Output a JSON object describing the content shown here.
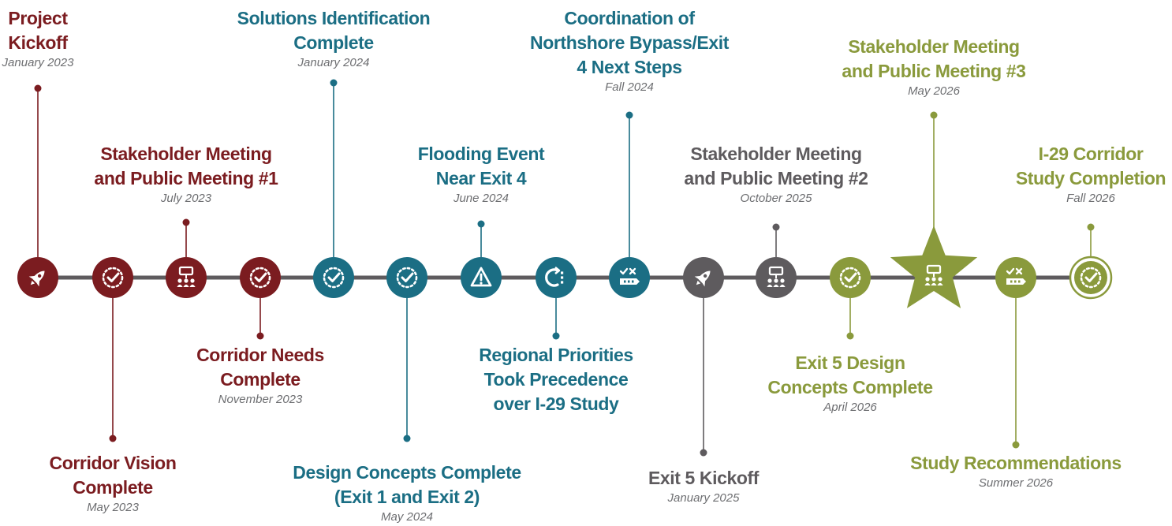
{
  "colors": {
    "red": "#7b1c20",
    "teal": "#1b6e84",
    "gray": "#5e5b5e",
    "green": "#8a9a3c",
    "axis": "#5e5b5e",
    "date": "#6d6e71"
  },
  "milestones": [
    {
      "id": "project-kickoff",
      "title": [
        "Project",
        "Kickoff"
      ],
      "date": "January 2023",
      "phase": "red",
      "icon": "rocket-icon",
      "position": "above"
    },
    {
      "id": "corridor-vision",
      "title": [
        "Corridor Vision",
        "Complete"
      ],
      "date": "May 2023",
      "phase": "red",
      "icon": "check-circle-icon",
      "position": "below"
    },
    {
      "id": "public-meeting-1",
      "title": [
        "Stakeholder Meeting",
        "and Public Meeting #1"
      ],
      "date": "July 2023",
      "phase": "red",
      "icon": "meeting-icon",
      "position": "above"
    },
    {
      "id": "corridor-needs",
      "title": [
        "Corridor Needs",
        "Complete"
      ],
      "date": "November 2023",
      "phase": "red",
      "icon": "check-circle-icon",
      "position": "below"
    },
    {
      "id": "solutions-identification",
      "title": [
        "Solutions Identification",
        "Complete"
      ],
      "date": "January 2024",
      "phase": "teal",
      "icon": "check-circle-icon",
      "position": "above"
    },
    {
      "id": "design-concepts",
      "title": [
        "Design Concepts Complete",
        "(Exit 1 and Exit 2)"
      ],
      "date": "May 2024",
      "phase": "teal",
      "icon": "check-circle-icon",
      "position": "below"
    },
    {
      "id": "flooding-event",
      "title": [
        "Flooding Event",
        "Near Exit 4"
      ],
      "date": "June 2024",
      "phase": "teal",
      "icon": "warning-icon",
      "position": "above"
    },
    {
      "id": "regional-priorities",
      "title": [
        "Regional Priorities",
        "Took Precedence",
        "over I-29 Study"
      ],
      "date": "",
      "phase": "teal",
      "icon": "redirect-icon",
      "position": "below"
    },
    {
      "id": "northshore-bypass",
      "title": [
        "Coordination of",
        "Northshore Bypass/Exit",
        "4 Next Steps"
      ],
      "date": "Fall 2024",
      "phase": "teal",
      "icon": "tasks-icon",
      "position": "above"
    },
    {
      "id": "exit-5-kickoff",
      "title": [
        "Exit 5 Kickoff"
      ],
      "date": "January 2025",
      "phase": "gray",
      "icon": "rocket-icon",
      "position": "below"
    },
    {
      "id": "public-meeting-2",
      "title": [
        "Stakeholder Meeting",
        "and Public Meeting #2"
      ],
      "date": "October 2025",
      "phase": "gray",
      "icon": "meeting-icon",
      "position": "above"
    },
    {
      "id": "exit-5-design",
      "title": [
        "Exit 5 Design",
        "Concepts Complete"
      ],
      "date": "April 2026",
      "phase": "green",
      "icon": "check-circle-icon",
      "position": "below"
    },
    {
      "id": "public-meeting-3",
      "title": [
        "Stakeholder Meeting",
        "and Public Meeting #3"
      ],
      "date": "May 2026",
      "phase": "green",
      "icon": "meeting-icon",
      "position": "above",
      "star": true
    },
    {
      "id": "study-recommendations",
      "title": [
        "Study Recommendations"
      ],
      "date": "Summer 2026",
      "phase": "green",
      "icon": "tasks-icon",
      "position": "below"
    },
    {
      "id": "study-completion",
      "title": [
        "I-29 Corridor",
        "Study Completion"
      ],
      "date": "Fall 2026",
      "phase": "green",
      "icon": "check-circle-icon",
      "position": "above",
      "outline": true
    }
  ]
}
